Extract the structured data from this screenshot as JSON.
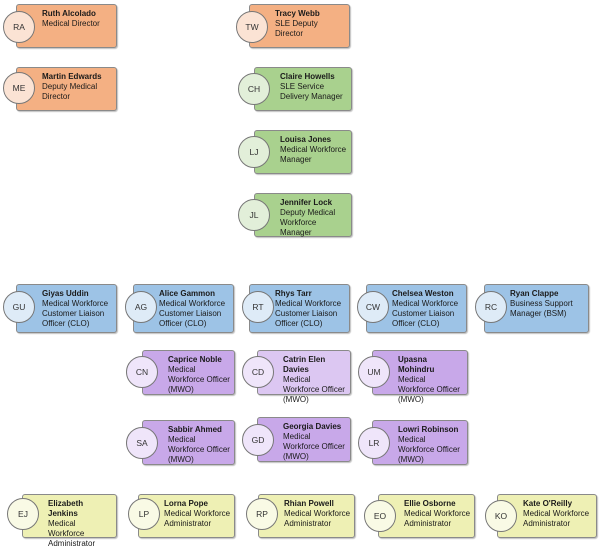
{
  "people": [
    {
      "initials": "RA",
      "name": "Ruth Alcolado",
      "role": "Medical Director"
    },
    {
      "initials": "TW",
      "name": "Tracy Webb",
      "role": "SLE Deputy Director"
    },
    {
      "initials": "ME",
      "name": "Martin Edwards",
      "role": "Deputy Medical Director"
    },
    {
      "initials": "CH",
      "name": "Claire Howells",
      "role": "SLE Service Delivery Manager"
    },
    {
      "initials": "LJ",
      "name": "Louisa Jones",
      "role": "Medical Workforce Manager"
    },
    {
      "initials": "JL",
      "name": "Jennifer Lock",
      "role": "Deputy Medical Workforce Manager"
    },
    {
      "initials": "GU",
      "name": "Giyas Uddin",
      "role": "Medical Workforce Customer Liaison Officer (CLO)"
    },
    {
      "initials": "AG",
      "name": "Alice Gammon",
      "role": "Medical Workforce Customer Liaison Officer (CLO)"
    },
    {
      "initials": "RT",
      "name": "Rhys Tarr",
      "role": "Medical Workforce Customer Liaison Officer (CLO)"
    },
    {
      "initials": "CW",
      "name": "Chelsea Weston",
      "role": "Medical Workforce Customer Liaison Officer (CLO)"
    },
    {
      "initials": "RC",
      "name": "Ryan Clappe",
      "role": "Business Support Manager (BSM)"
    },
    {
      "initials": "CN",
      "name": "Caprice Noble",
      "role": "Medical Workforce Officer (MWO)"
    },
    {
      "initials": "CD",
      "name": "Catrin Elen Davies",
      "role": "Medical Workforce Officer (MWO)"
    },
    {
      "initials": "UM",
      "name": "Upasna Mohindru",
      "role": "Medical Workforce Officer (MWO)"
    },
    {
      "initials": "SA",
      "name": "Sabbir Ahmed",
      "role": "Medical Workforce Officer (MWO)"
    },
    {
      "initials": "GD",
      "name": "Georgia Davies",
      "role": "Medical Workforce Officer (MWO)"
    },
    {
      "initials": "LR",
      "name": "Lowri Robinson",
      "role": "Medical Workforce Officer (MWO)"
    },
    {
      "initials": "EJ",
      "name": "Elizabeth Jenkins",
      "role": "Medical Workforce Administrator"
    },
    {
      "initials": "LP",
      "name": "Lorna Pope",
      "role": "Medical Workforce Administrator"
    },
    {
      "initials": "RP",
      "name": "Rhian Powell",
      "role": "Medical Workforce Administrator"
    },
    {
      "initials": "EO",
      "name": "Ellie Osborne",
      "role": "Medical Workforce Administrator"
    },
    {
      "initials": "KO",
      "name": "Kate O'Reilly",
      "role": "Medical Workforce Administrator"
    }
  ],
  "colors": {
    "director": "#f4b083",
    "management": "#a9d18e",
    "liaison": "#9dc3e6",
    "officer": "#c8a8e9",
    "administrator": "#eef0b4"
  }
}
